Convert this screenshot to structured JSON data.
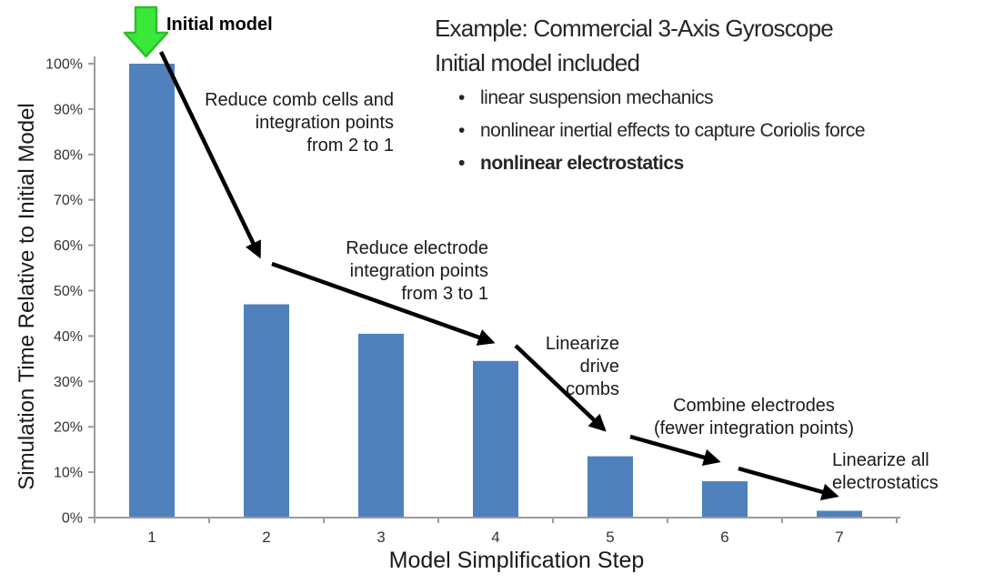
{
  "page": {
    "background": "#FFFFFF"
  },
  "header": {
    "line1": "Example: Commercial 3-Axis Gyroscope",
    "line2": "Initial model included",
    "bullets": [
      {
        "text": "linear suspension mechanics",
        "bold": false
      },
      {
        "text": "nonlinear inertial effects to capture Coriolis force",
        "bold": false
      },
      {
        "text": "nonlinear electrostatics",
        "bold": true
      }
    ],
    "bullet_glyph": "•",
    "text_color": "#262626"
  },
  "chart_data": {
    "type": "bar",
    "categories": [
      "1",
      "2",
      "3",
      "4",
      "5",
      "6",
      "7"
    ],
    "values": [
      100,
      47,
      40.5,
      34.5,
      13.5,
      8,
      1.5
    ],
    "title": "",
    "xlabel": "Model Simplification Step",
    "ylabel": "Simulation Time Relative to Initial Model",
    "ylim": [
      0,
      100
    ],
    "ytick_labels": [
      "0%",
      "10%",
      "20%",
      "30%",
      "40%",
      "50%",
      "60%",
      "70%",
      "80%",
      "90%",
      "100%"
    ],
    "grid": false,
    "legend": false,
    "bar_color": "#4F81BD",
    "axis_color": "#9C9C9C",
    "tick_label_color": "#333333"
  },
  "annotations": {
    "initial_model": {
      "label": "Initial model",
      "arrow_fill": "#39E839",
      "arrow_stroke": "#2EBD2E"
    },
    "arrow_color": "#000000",
    "steps": [
      {
        "text": "Reduce comb cells and\nintegration points\nfrom 2 to 1"
      },
      {
        "text": "Reduce electrode\nintegration points\nfrom 3 to 1"
      },
      {
        "text": "Linearize\ndrive\ncombs"
      },
      {
        "text": "Combine electrodes\n(fewer integration points)"
      },
      {
        "text": "Linearize all\nelectrostatics"
      }
    ]
  }
}
